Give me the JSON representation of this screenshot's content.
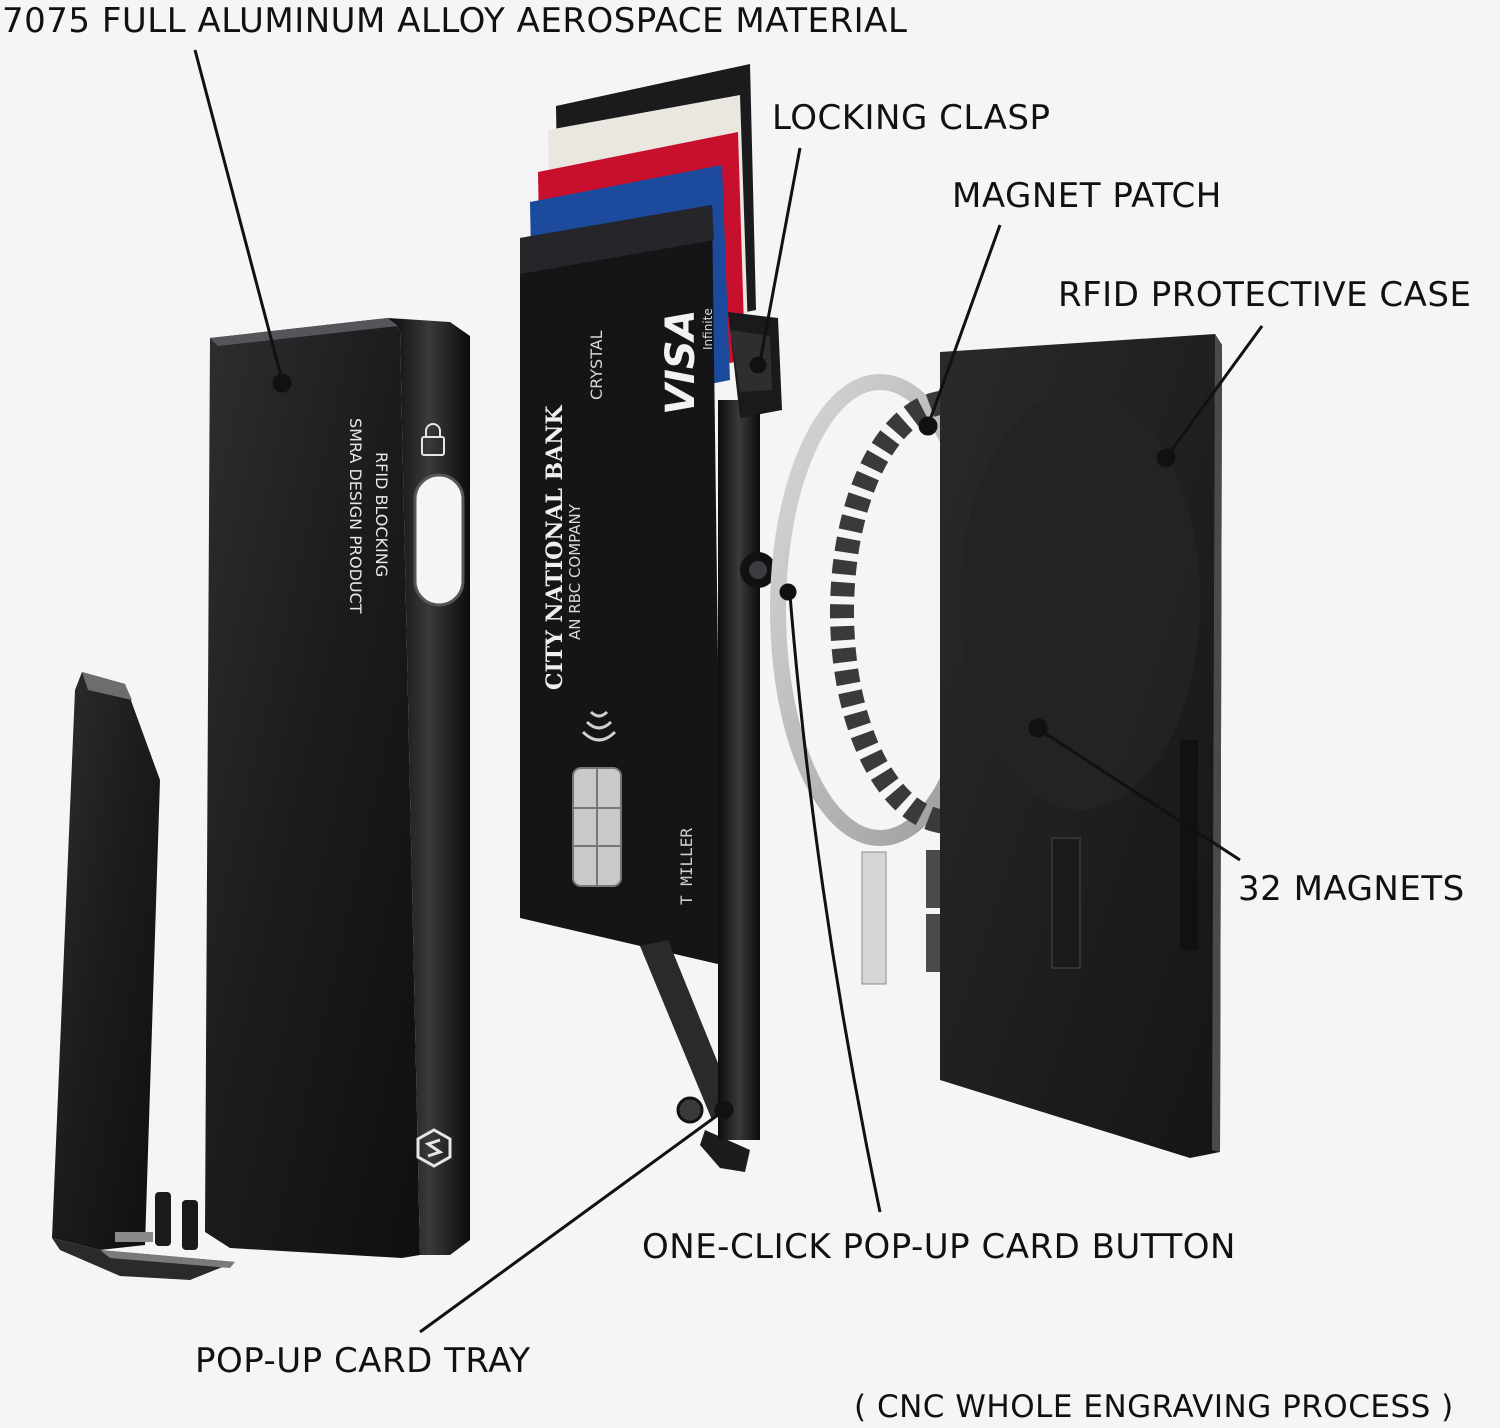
{
  "callouts": {
    "material": "7075 FULL ALUMINUM ALLOY AEROSPACE MATERIAL",
    "clasp": "LOCKING CLASP",
    "magnet_patch": "MAGNET PATCH",
    "rfid_case": "RFID PROTECTIVE CASE",
    "magnets": "32 MAGNETS",
    "button": "ONE-CLICK POP-UP CARD BUTTON",
    "tray": "POP-UP CARD TRAY",
    "process": "( CNC WHOLE ENGRAVING PROCESS )"
  },
  "wallet": {
    "line1": "RFID BLOCKING",
    "line2": "SMRA DESIGN PRODUCT"
  },
  "card": {
    "bank": "CITY NATIONAL BANK",
    "sub": "AN RBC COMPANY",
    "tier": "CRYSTAL",
    "network": "VISA",
    "network_sub": "Infinite",
    "holder": "T MILLER"
  },
  "colors": {
    "background": "#f5f5f5",
    "metal": "#1f1f21",
    "card_red": "#c8102e",
    "card_blue": "#1c4a9c"
  }
}
